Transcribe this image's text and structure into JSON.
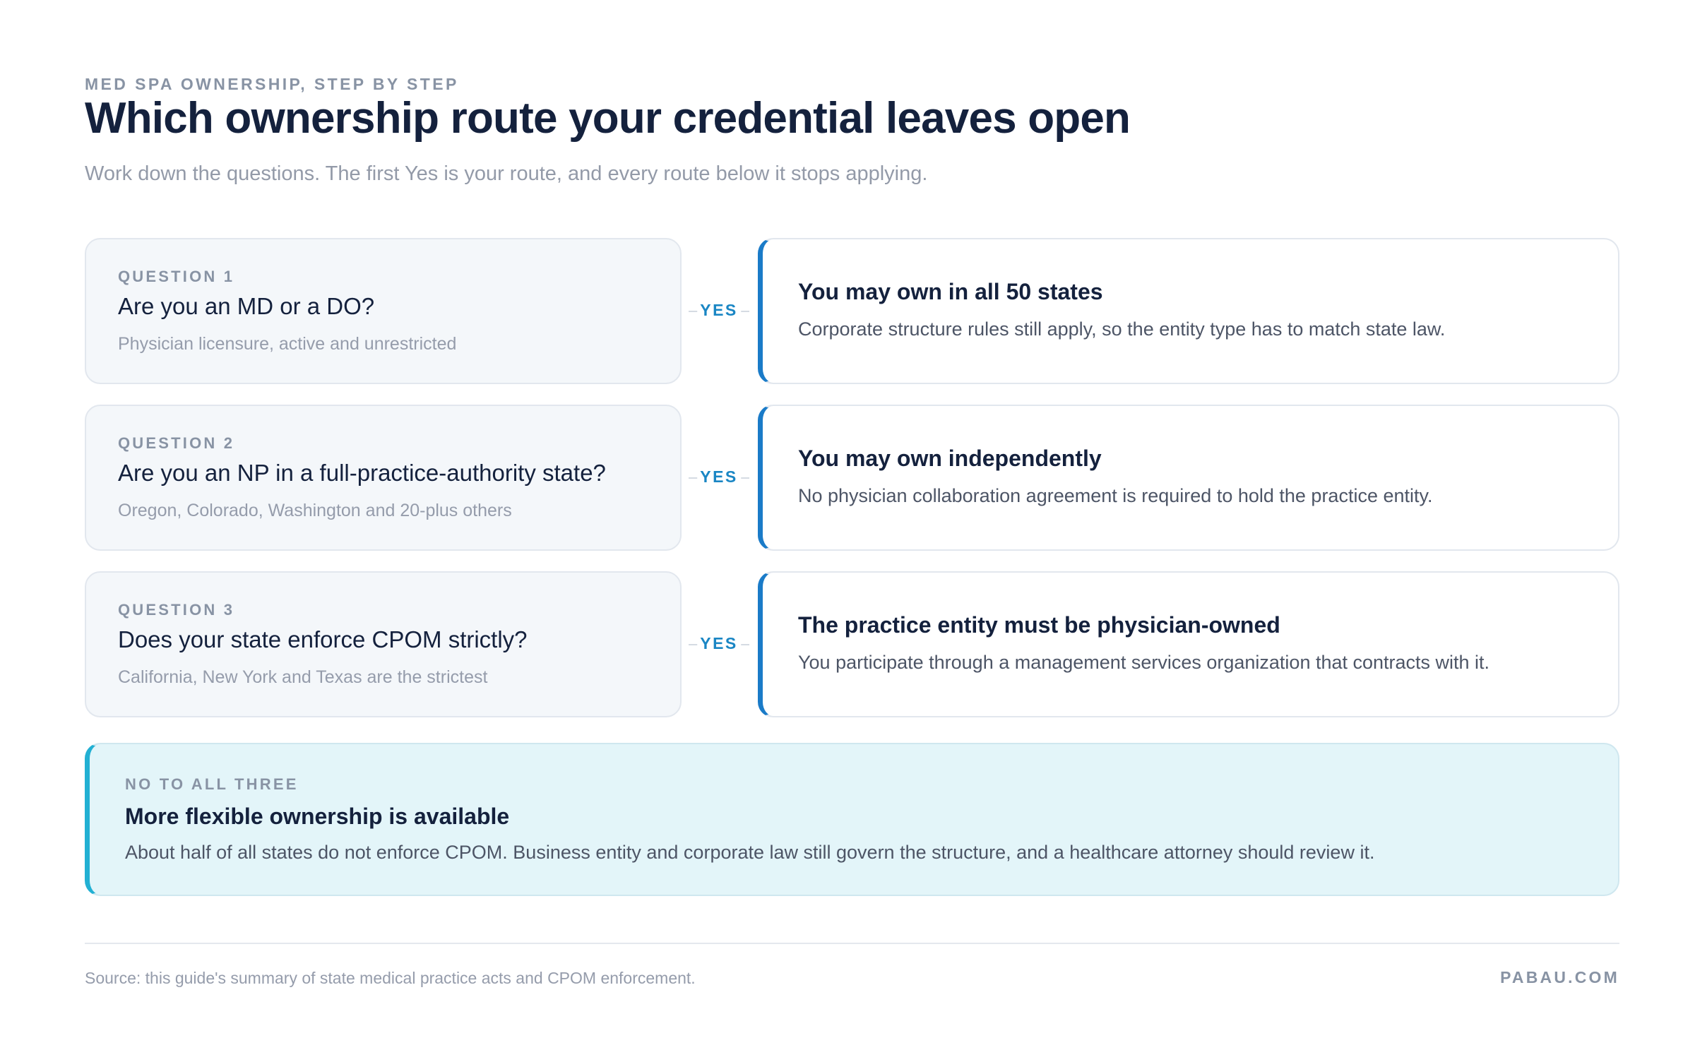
{
  "header": {
    "eyebrow": "MED SPA OWNERSHIP, STEP BY STEP",
    "title": "Which ownership route your credential leaves open",
    "subtitle": "Work down the questions. The first Yes is your route, and every route below it stops applying."
  },
  "steps": [
    {
      "question_label": "QUESTION 1",
      "question": "Are you an MD or a DO?",
      "question_sub": "Physician licensure, active and unrestricted",
      "connector": "YES",
      "result_title": "You may own in all 50 states",
      "result_text": "Corporate structure rules still apply, so the entity type has to match state law."
    },
    {
      "question_label": "QUESTION 2",
      "question": "Are you an NP in a full-practice-authority state?",
      "question_sub": "Oregon, Colorado, Washington and 20-plus others",
      "connector": "YES",
      "result_title": "You may own independently",
      "result_text": "No physician collaboration agreement is required to hold the practice entity."
    },
    {
      "question_label": "QUESTION 3",
      "question": "Does your state enforce CPOM strictly?",
      "question_sub": "California, New York and Texas are the strictest",
      "connector": "YES",
      "result_title": "The practice entity must be physician-owned",
      "result_text": "You participate through a management services organization that contracts with it."
    }
  ],
  "fallback": {
    "label": "NO TO ALL THREE",
    "title": "More flexible ownership is available",
    "text": "About half of all states do not enforce CPOM. Business entity and corporate law still govern the structure, and a healthcare attorney should review it."
  },
  "footer": {
    "source": "Source: this guide's summary of state medical practice acts and CPOM enforcement.",
    "brand": "PABAU.COM"
  },
  "colors": {
    "title": "#14213d",
    "accent_blue": "#1a7bc8",
    "accent_cyan": "#22b0d3",
    "fallback_bg": "#e3f5f9",
    "question_bg": "#f4f7fa"
  }
}
